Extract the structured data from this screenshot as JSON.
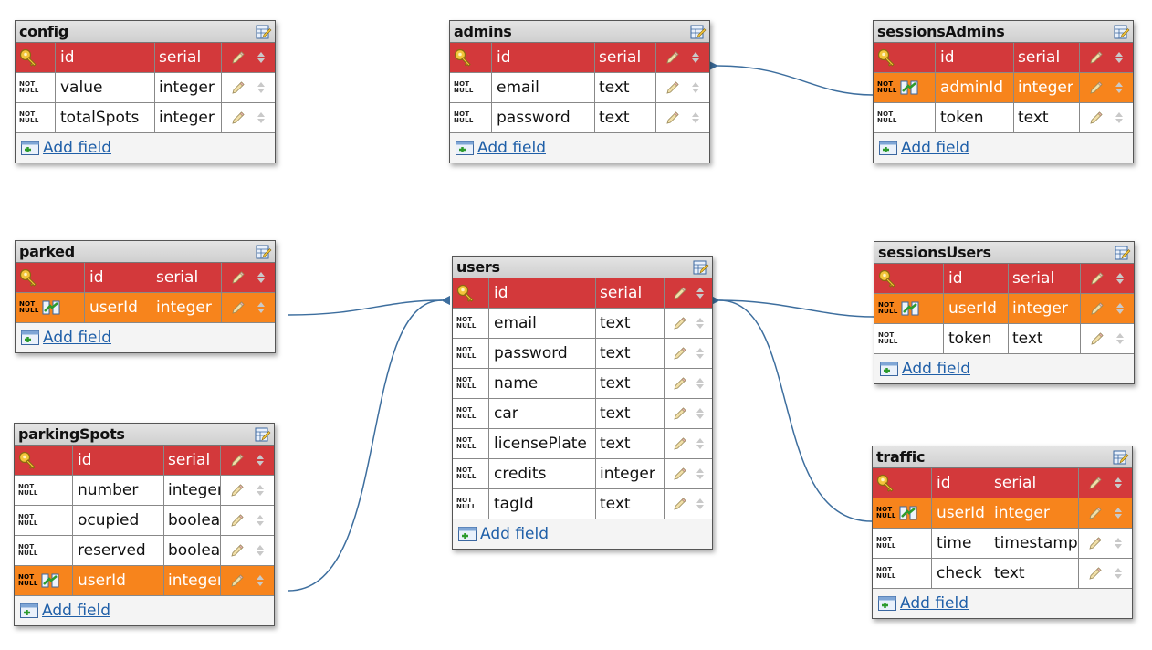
{
  "common": {
    "add_field": "Add field",
    "nn_top": "NOT",
    "nn_bottom": "NULL"
  },
  "colors": {
    "pk": "#d3393b",
    "fk": "#f7841c",
    "link": "#1f5fa8",
    "connector": "#3d6e9e"
  },
  "tables": {
    "config": {
      "title": "config",
      "rows": [
        {
          "name": "id",
          "type": "serial"
        },
        {
          "name": "value",
          "type": "integer"
        },
        {
          "name": "totalSpots",
          "type": "integer"
        }
      ]
    },
    "admins": {
      "title": "admins",
      "rows": [
        {
          "name": "id",
          "type": "serial"
        },
        {
          "name": "email",
          "type": "text"
        },
        {
          "name": "password",
          "type": "text"
        }
      ]
    },
    "sessionsAdmins": {
      "title": "sessionsAdmins",
      "rows": [
        {
          "name": "id",
          "type": "serial"
        },
        {
          "name": "adminId",
          "type": "integer"
        },
        {
          "name": "token",
          "type": "text"
        }
      ]
    },
    "parked": {
      "title": "parked",
      "rows": [
        {
          "name": "id",
          "type": "serial"
        },
        {
          "name": "userId",
          "type": "integer"
        }
      ]
    },
    "users": {
      "title": "users",
      "rows": [
        {
          "name": "id",
          "type": "serial"
        },
        {
          "name": "email",
          "type": "text"
        },
        {
          "name": "password",
          "type": "text"
        },
        {
          "name": "name",
          "type": "text"
        },
        {
          "name": "car",
          "type": "text"
        },
        {
          "name": "licensePlate",
          "type": "text"
        },
        {
          "name": "credits",
          "type": "integer"
        },
        {
          "name": "tagId",
          "type": "text"
        }
      ]
    },
    "sessionsUsers": {
      "title": "sessionsUsers",
      "rows": [
        {
          "name": "id",
          "type": "serial"
        },
        {
          "name": "userId",
          "type": "integer"
        },
        {
          "name": "token",
          "type": "text"
        }
      ]
    },
    "parkingSpots": {
      "title": "parkingSpots",
      "rows": [
        {
          "name": "id",
          "type": "serial"
        },
        {
          "name": "number",
          "type": "integer"
        },
        {
          "name": "ocupied",
          "type": "boolean"
        },
        {
          "name": "reserved",
          "type": "boolean"
        },
        {
          "name": "userId",
          "type": "integer"
        }
      ]
    },
    "traffic": {
      "title": "traffic",
      "rows": [
        {
          "name": "id",
          "type": "serial"
        },
        {
          "name": "userId",
          "type": "integer"
        },
        {
          "name": "time",
          "type": "timestamp"
        },
        {
          "name": "check",
          "type": "text"
        }
      ]
    }
  }
}
